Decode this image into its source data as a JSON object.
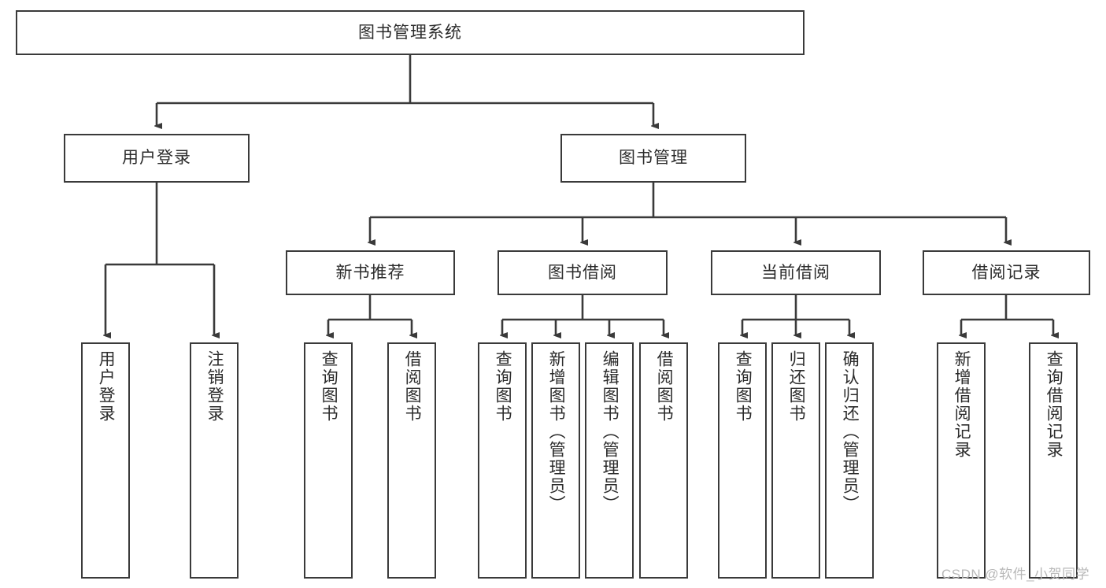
{
  "diagram": {
    "title": "图书管理系统",
    "type": "tree-functional-structure",
    "root": {
      "label": "图书管理系统"
    },
    "level2": [
      {
        "label": "用户登录"
      },
      {
        "label": "图书管理"
      }
    ],
    "level3": [
      {
        "label": "新书推荐"
      },
      {
        "label": "图书借阅"
      },
      {
        "label": "当前借阅"
      },
      {
        "label": "借阅记录"
      }
    ],
    "leaves": {
      "user_login": [
        {
          "label": "用户登录"
        },
        {
          "label": "注销登录"
        }
      ],
      "new_book": [
        {
          "label": "查询图书"
        },
        {
          "label": "借阅图书"
        }
      ],
      "book_borrow": [
        {
          "label": "查询图书"
        },
        {
          "label": "新增图书（管理员）"
        },
        {
          "label": "编辑图书（管理员）"
        },
        {
          "label": "借阅图书"
        }
      ],
      "current_borrow": [
        {
          "label": "查询图书"
        },
        {
          "label": "归还图书"
        },
        {
          "label": "确认归还（管理员）"
        }
      ],
      "borrow_record": [
        {
          "label": "新增借阅记录"
        },
        {
          "label": "查询借阅记录"
        }
      ]
    }
  },
  "watermark": {
    "text": "CSDN @软件_小贺同学"
  },
  "colors": {
    "box_border": "#3a3a3a",
    "text": "#2b2b2b",
    "edge": "#3a3a3a",
    "background": "#ffffff",
    "watermark": "#b8b8b8"
  }
}
